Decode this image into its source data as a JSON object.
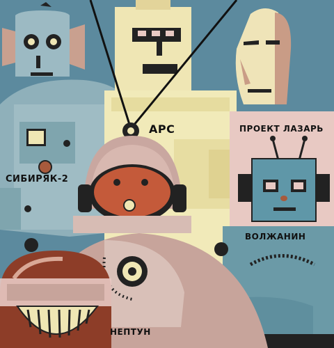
{
  "labels": {
    "ars": "АРС",
    "proekt_lazar": "ПРОЕКТ ЛАЗАРЬ",
    "sibiryak": "СИБИРЯК-2",
    "volzhanin": "ВОЛЖАНИН",
    "neptun": "НЕПТУН"
  },
  "colors": {
    "background": "#5c8a9e",
    "ink": "#111111",
    "cream": "#efe6b4",
    "pink": "#e8c9c3",
    "copper": "#a85a3c",
    "teal_metal": "#6f9aa7"
  }
}
